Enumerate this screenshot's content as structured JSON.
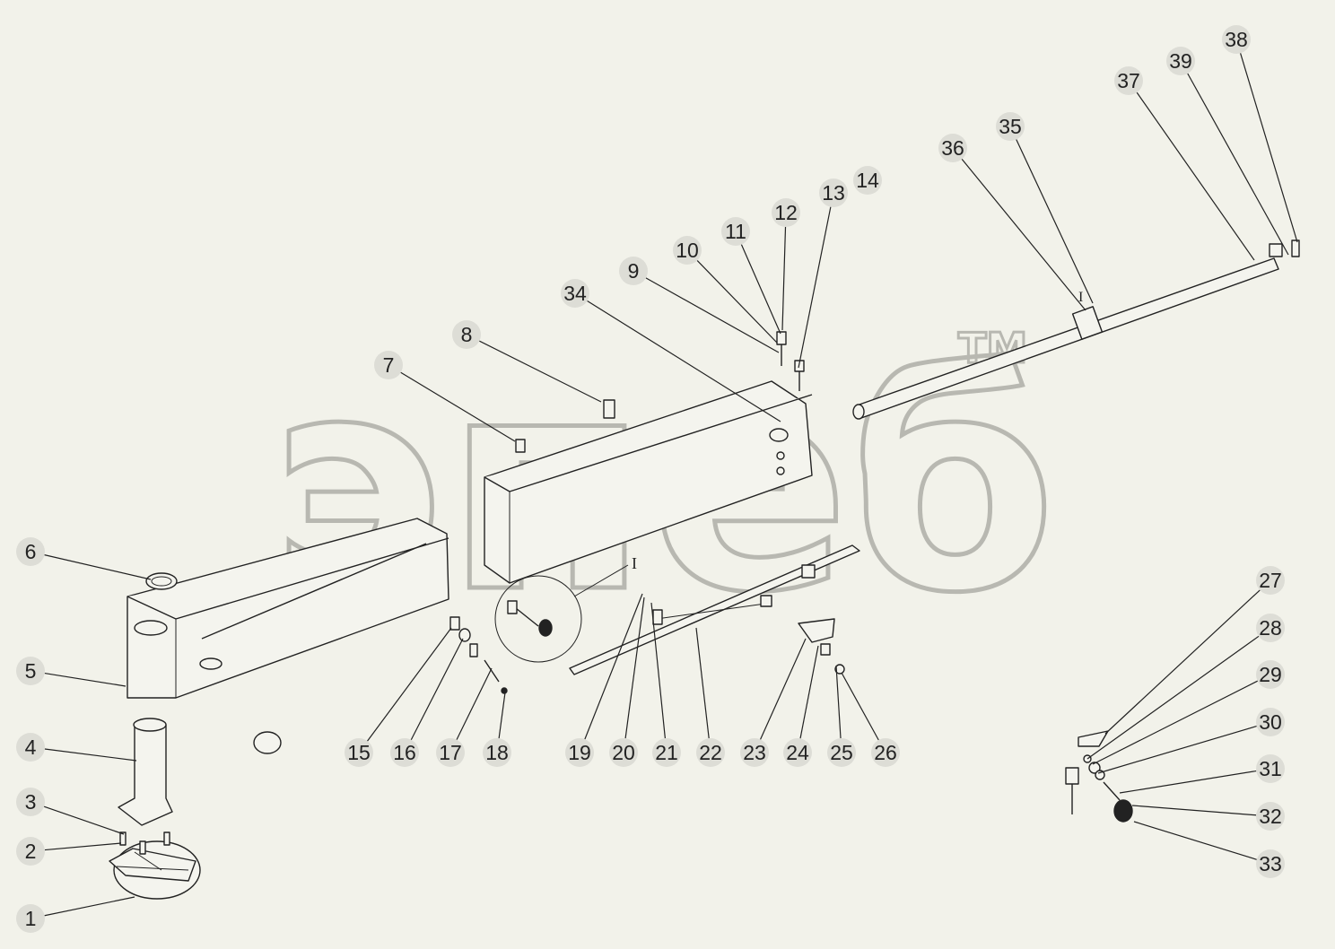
{
  "watermark": {
    "text": "эпеб",
    "trademark": "TM"
  },
  "detail_marker": "I",
  "callouts": [
    {
      "id": "c1",
      "label": "1"
    },
    {
      "id": "c2",
      "label": "2"
    },
    {
      "id": "c3",
      "label": "3"
    },
    {
      "id": "c4",
      "label": "4"
    },
    {
      "id": "c5",
      "label": "5"
    },
    {
      "id": "c6",
      "label": "6"
    },
    {
      "id": "c7",
      "label": "7"
    },
    {
      "id": "c8",
      "label": "8"
    },
    {
      "id": "c9",
      "label": "9"
    },
    {
      "id": "c10",
      "label": "10"
    },
    {
      "id": "c11",
      "label": "11"
    },
    {
      "id": "c12",
      "label": "12"
    },
    {
      "id": "c13",
      "label": "13"
    },
    {
      "id": "c14",
      "label": "14"
    },
    {
      "id": "c15",
      "label": "15"
    },
    {
      "id": "c16",
      "label": "16"
    },
    {
      "id": "c17",
      "label": "17"
    },
    {
      "id": "c18",
      "label": "18"
    },
    {
      "id": "c19",
      "label": "19"
    },
    {
      "id": "c20",
      "label": "20"
    },
    {
      "id": "c21",
      "label": "21"
    },
    {
      "id": "c22",
      "label": "22"
    },
    {
      "id": "c23",
      "label": "23"
    },
    {
      "id": "c24",
      "label": "24"
    },
    {
      "id": "c25",
      "label": "25"
    },
    {
      "id": "c26",
      "label": "26"
    },
    {
      "id": "c27",
      "label": "27"
    },
    {
      "id": "c28",
      "label": "28"
    },
    {
      "id": "c29",
      "label": "29"
    },
    {
      "id": "c30",
      "label": "30"
    },
    {
      "id": "c31",
      "label": "31"
    },
    {
      "id": "c32",
      "label": "32"
    },
    {
      "id": "c33",
      "label": "33"
    },
    {
      "id": "c34",
      "label": "34"
    },
    {
      "id": "c35",
      "label": "35"
    },
    {
      "id": "c36",
      "label": "36"
    },
    {
      "id": "c37",
      "label": "37"
    },
    {
      "id": "c38",
      "label": "38"
    },
    {
      "id": "c39",
      "label": "39"
    }
  ]
}
